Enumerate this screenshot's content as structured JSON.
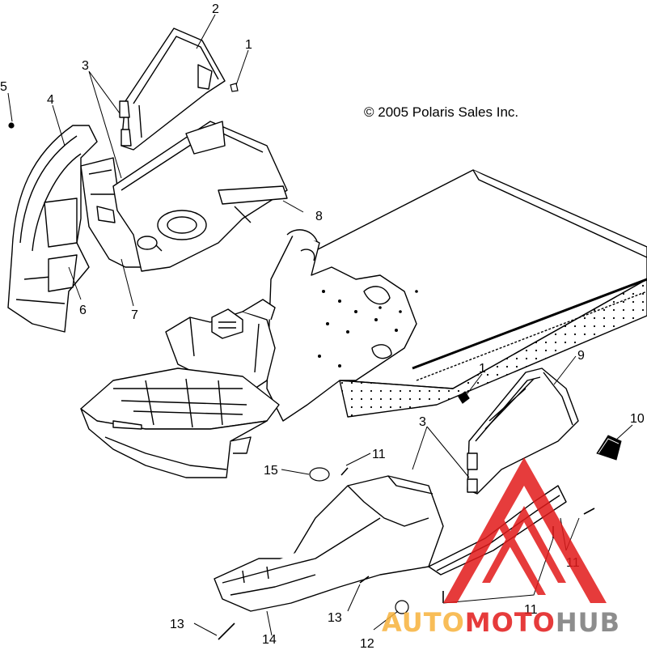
{
  "copyright": "© 2005 Polaris Sales Inc.",
  "callouts": [
    {
      "id": "c2a",
      "text": "2"
    },
    {
      "id": "c1a",
      "text": "1"
    },
    {
      "id": "c3a",
      "text": "3"
    },
    {
      "id": "c5",
      "text": "5"
    },
    {
      "id": "c4",
      "text": "4"
    },
    {
      "id": "c8",
      "text": "8"
    },
    {
      "id": "c6",
      "text": "6"
    },
    {
      "id": "c7",
      "text": "7"
    },
    {
      "id": "c1b",
      "text": "1"
    },
    {
      "id": "c9",
      "text": "9"
    },
    {
      "id": "c10",
      "text": "10"
    },
    {
      "id": "c3b",
      "text": "3"
    },
    {
      "id": "c15",
      "text": "15"
    },
    {
      "id": "c11a",
      "text": "11"
    },
    {
      "id": "c11b",
      "text": "11"
    },
    {
      "id": "c11c",
      "text": "11"
    },
    {
      "id": "c13a",
      "text": "13"
    },
    {
      "id": "c13b",
      "text": "13"
    },
    {
      "id": "c12",
      "text": "12"
    },
    {
      "id": "c14",
      "text": "14"
    }
  ],
  "watermark": {
    "part1": "AUTO",
    "part2": "MOTO",
    "part3": "HUB",
    "colors": {
      "red": "#e21a1a",
      "orange": "#f7b23b",
      "gray": "#7a7a7a"
    }
  },
  "colors": {
    "line": "#000000",
    "background": "#ffffff"
  }
}
